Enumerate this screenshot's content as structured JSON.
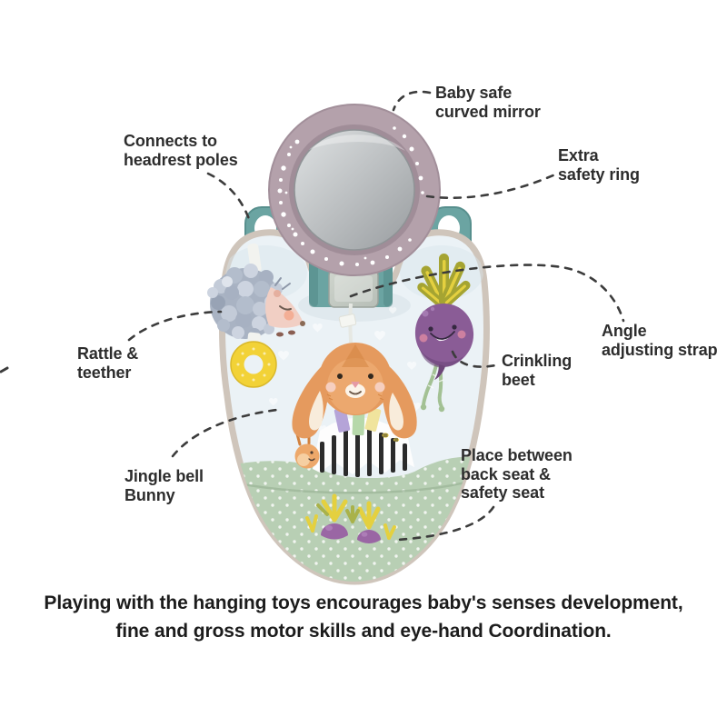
{
  "palette": {
    "label-text": "#2d2d2d",
    "caption-text": "#1c1c1c",
    "line": "#3c3c3c",
    "mirror-ring": "#b4a1ab",
    "mirror-ring-deep": "#a08d98",
    "glass-light": "#dfe2e3",
    "glass-dark": "#999da0",
    "teal": "#6ba4a2",
    "teal-deep": "#578f8d",
    "pad": "#ebf2f6",
    "pad-border": "#cfc5bb",
    "mint": "#b8cfb4",
    "seam": "#9eb79a",
    "mop": "#a9b3c3",
    "mop-light": "#ccd3de",
    "mop-deep": "#939eb1",
    "face-pink": "#f1cfc4",
    "cheek": "#f3a88d",
    "ring-yellow": "#f2d237",
    "beet": "#8a5c96",
    "beet-deep": "#6d4679",
    "leaf": "#a5a432",
    "leaf-stripe": "#e4d03f",
    "bunny": "#e59a5e",
    "bunny-deep": "#d2813d",
    "ear-inner": "#f8ecdb",
    "velcro": "#b7beb7",
    "velcro-light": "#cfd5cd",
    "rope": "#a3c194",
    "ribbon-purple": "#b5a4d8",
    "ribbon-green": "#b6d8aa",
    "ribbon-yellow": "#f0e49d",
    "print-orange": "#eda86a",
    "print-beet": "#9a66a4",
    "fence": "#2b2b2b",
    "dot-white": "#ffffff"
  },
  "callouts": [
    {
      "id": "mirror",
      "label": "Baby safe\ncurved mirror"
    },
    {
      "id": "headrest",
      "label": "Connects to\nheadrest poles"
    },
    {
      "id": "safety-ring",
      "label": "Extra\nsafety ring"
    },
    {
      "id": "angle-strap",
      "label": "Angle\nadjusting strap"
    },
    {
      "id": "rattle",
      "label": "Rattle &\nteether"
    },
    {
      "id": "beet",
      "label": "Crinkling\nbeet"
    },
    {
      "id": "bunny",
      "label": "Jingle bell\nBunny"
    },
    {
      "id": "placement",
      "label": "Place between\nback seat &\nsafety seat"
    }
  ],
  "caption": "Playing with the hanging toys encourages baby's senses development,\nfine and gross motor skills and eye-hand Coordination."
}
